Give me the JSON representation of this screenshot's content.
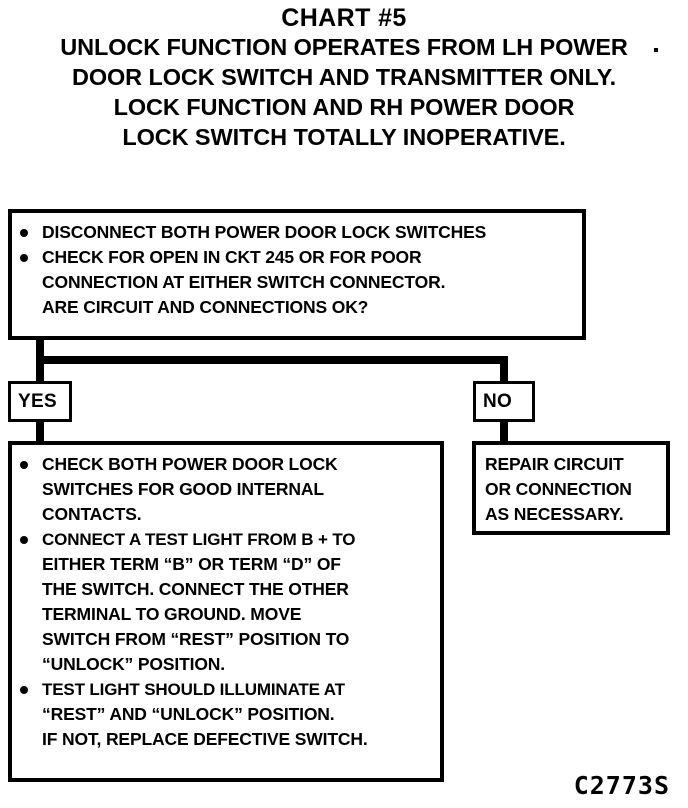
{
  "diagram": {
    "chart_title": "CHART #5",
    "subtitle_lines": [
      "UNLOCK FUNCTION OPERATES FROM LH POWER",
      "DOOR LOCK SWITCH AND TRANSMITTER ONLY.",
      "LOCK FUNCTION AND RH POWER DOOR",
      "LOCK SWITCH TOTALLY INOPERATIVE."
    ],
    "code_stamp": "C2773S",
    "decision_box": {
      "items": [
        {
          "bullet": true,
          "lines": [
            "DISCONNECT BOTH POWER DOOR LOCK SWITCHES"
          ]
        },
        {
          "bullet": true,
          "lines": [
            "CHECK FOR OPEN IN CKT 245 OR FOR POOR",
            "CONNECTION AT EITHER SWITCH CONNECTOR.",
            "ARE CIRCUIT AND CONNECTIONS OK?"
          ]
        }
      ]
    },
    "branches": {
      "yes_label": "YES",
      "no_label": "NO"
    },
    "yes_box": {
      "items": [
        {
          "bullet": true,
          "lines": [
            "CHECK BOTH POWER DOOR LOCK",
            "SWITCHES FOR GOOD INTERNAL",
            "CONTACTS."
          ]
        },
        {
          "bullet": true,
          "lines": [
            "CONNECT A TEST LIGHT FROM B +  TO",
            "EITHER TERM “B” OR TERM “D” OF",
            "THE SWITCH.  CONNECT THE OTHER",
            "TERMINAL TO GROUND.  MOVE",
            "SWITCH FROM “REST” POSITION TO",
            "“UNLOCK” POSITION."
          ]
        },
        {
          "bullet": true,
          "lines": [
            "TEST LIGHT SHOULD ILLUMINATE AT",
            "“REST” AND “UNLOCK” POSITION.",
            "IF NOT, REPLACE DEFECTIVE SWITCH."
          ]
        }
      ]
    },
    "no_box": {
      "lines": [
        "REPAIR CIRCUIT",
        "OR CONNECTION",
        "AS NECESSARY."
      ]
    }
  }
}
